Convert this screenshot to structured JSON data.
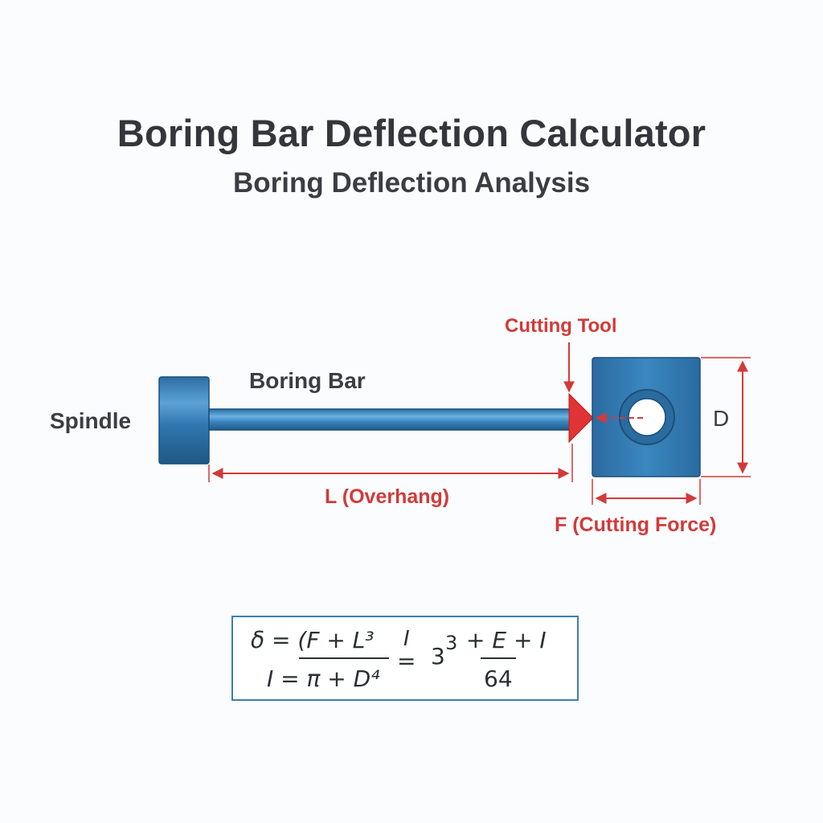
{
  "header": {
    "title": "Boring Bar Deflection Calculator",
    "subtitle": "Boring Deflection Analysis"
  },
  "diagram": {
    "labels": {
      "spindle": "Spindle",
      "boring_bar": "Boring Bar",
      "cutting_tool": "Cutting Tool",
      "overhang": "L (Overhang)",
      "diameter": "D",
      "cutting_force": "F (Cutting Force)"
    },
    "colors": {
      "part_blue": "#2f76ad",
      "dimension_red": "#d23a3a",
      "tool_red": "#e03434"
    }
  },
  "formula": {
    "line1_left": "δ = (F + L³",
    "line1_mid": "I",
    "equals": "=",
    "line1_right_base": "3",
    "line1_right_sup": "3",
    "line1_right_tail": "+ E + I",
    "line2_left": "I = π + D⁴",
    "denominator": "64"
  }
}
